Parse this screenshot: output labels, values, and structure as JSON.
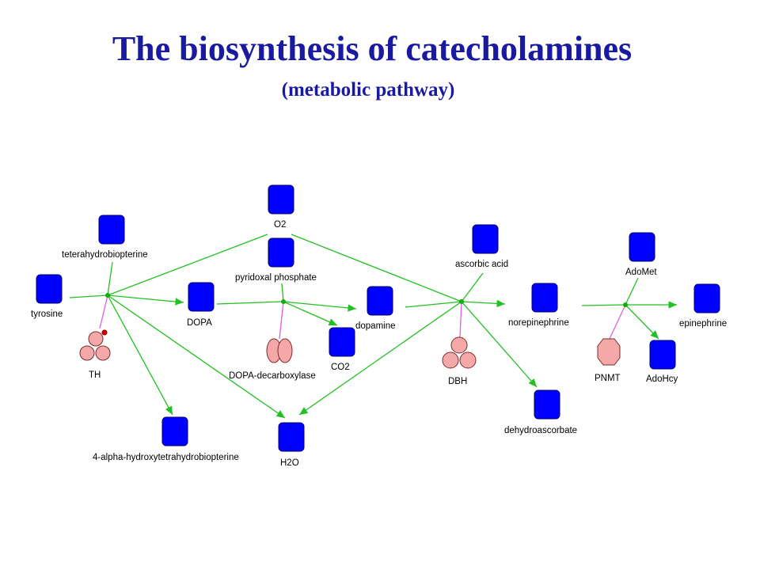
{
  "title": "The biosynthesis of catecholamines",
  "subtitle": "(metabolic pathway)",
  "colors": {
    "title": "#1a1aa0",
    "metabolite": "#0000ff",
    "enzyme": "#f4a9a8",
    "reaction_edge": "#22c022",
    "catalysis_edge": "#e060e0"
  },
  "metabolites": {
    "tyrosine": "tyrosine",
    "tetrahydrobiopterine": "teterahydrobiopterine",
    "o2": "O2",
    "pyridoxal_phosphate": "pyridoxal phosphate",
    "dopa": "DOPA",
    "dopamine": "dopamine",
    "co2": "CO2",
    "hydroxytetrahydrobiopterine": "4-alpha-hydroxytetrahydrobiopterine",
    "h2o": "H2O",
    "ascorbic_acid": "ascorbic acid",
    "norepinephrine": "norepinephrine",
    "dehydroascorbate": "dehydroascorbate",
    "adomet": "AdoMet",
    "epinephrine": "epinephrine",
    "adohcy": "AdoHcy"
  },
  "enzymes": {
    "th": "TH",
    "dopa_decarboxylase": "DOPA-decarboxylase",
    "dbh": "DBH",
    "pnmt": "PNMT"
  }
}
